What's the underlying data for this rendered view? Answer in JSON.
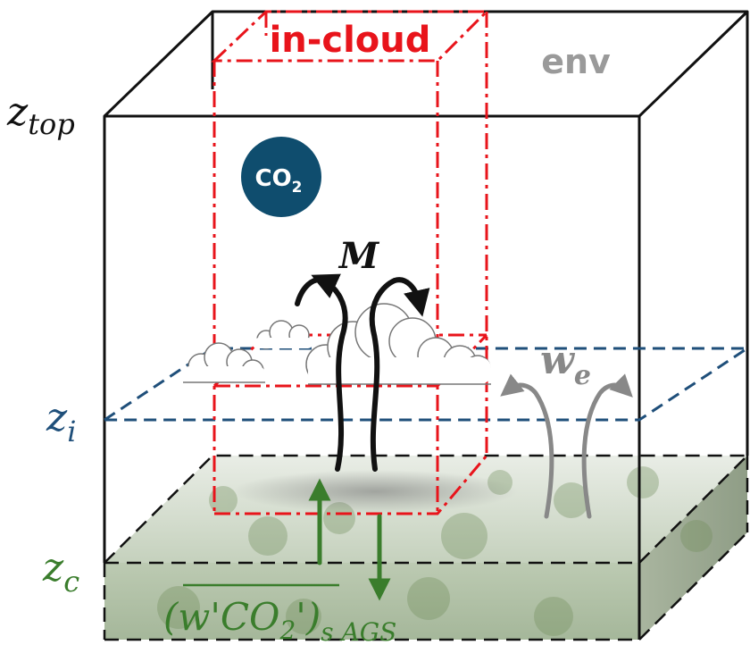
{
  "labels": {
    "z_top": {
      "base": "z",
      "sub": "top"
    },
    "z_i": {
      "base": "z",
      "sub": "i"
    },
    "z_c": {
      "base": "z",
      "sub": "c"
    },
    "in_cloud": "in-cloud",
    "env": "env",
    "mass_flux": "M",
    "w_e": {
      "base": "w",
      "sub": "e"
    },
    "co2_badge": {
      "base": "CO",
      "sub": "2"
    },
    "flux": {
      "open": "(",
      "expr_a": "w'CO",
      "expr_sub": "2",
      "expr_b": "'",
      "close": ")",
      "subscript": "s AGS"
    }
  },
  "colors": {
    "in_cloud_red": "#e8141b",
    "boundary_blue": "#1f4f7a",
    "co2_badge": "#0f4d6e",
    "surface_green": "#3a7d2c",
    "env_gray": "#9a9a9a",
    "entrain_gray": "#888888",
    "outline": "#111111"
  }
}
